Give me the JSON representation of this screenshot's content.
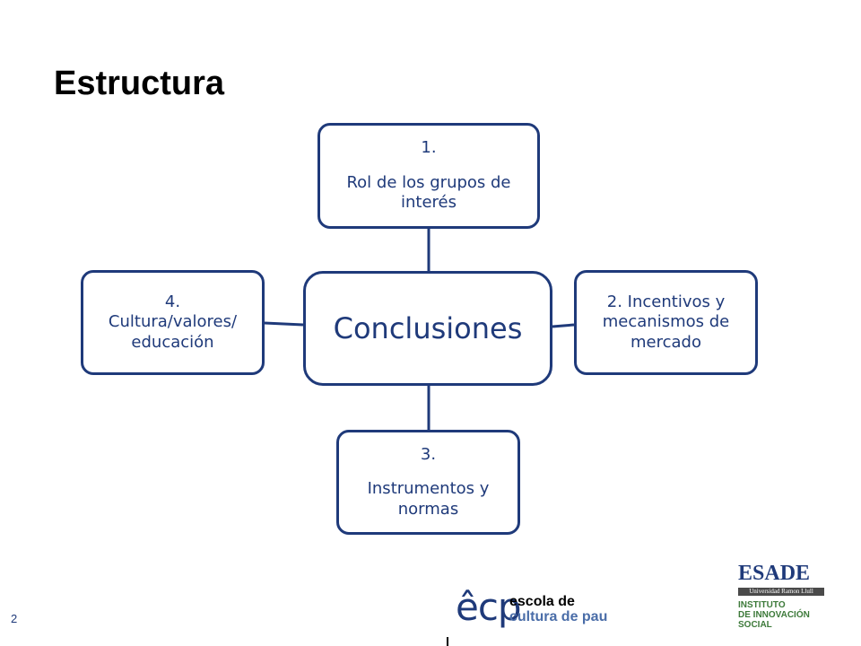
{
  "slide": {
    "title": "Estructura",
    "number": "2"
  },
  "diagram": {
    "center": "Conclusiones",
    "nodes": [
      {
        "num": "1.",
        "label": "Rol de los grupos de interés"
      },
      {
        "num": "",
        "label": "2. Incentivos y mecanismos de mercado"
      },
      {
        "num": "3.",
        "label": "Instrumentos y normas"
      },
      {
        "num": "4.",
        "label": "Cultura/valores/ educación"
      }
    ],
    "border_color": "#1f3a7a",
    "text_color": "#1f3a7a"
  },
  "logos": {
    "ecp": {
      "mark": "êcp",
      "line1": "escola de",
      "line2": "cultura de pau"
    },
    "esade": {
      "word": "ESADE",
      "bar": "Universidad Ramon Llull",
      "inst1": "INSTITUTO",
      "inst2": "DE INNOVACIÓN",
      "inst3": "SOCIAL"
    }
  }
}
